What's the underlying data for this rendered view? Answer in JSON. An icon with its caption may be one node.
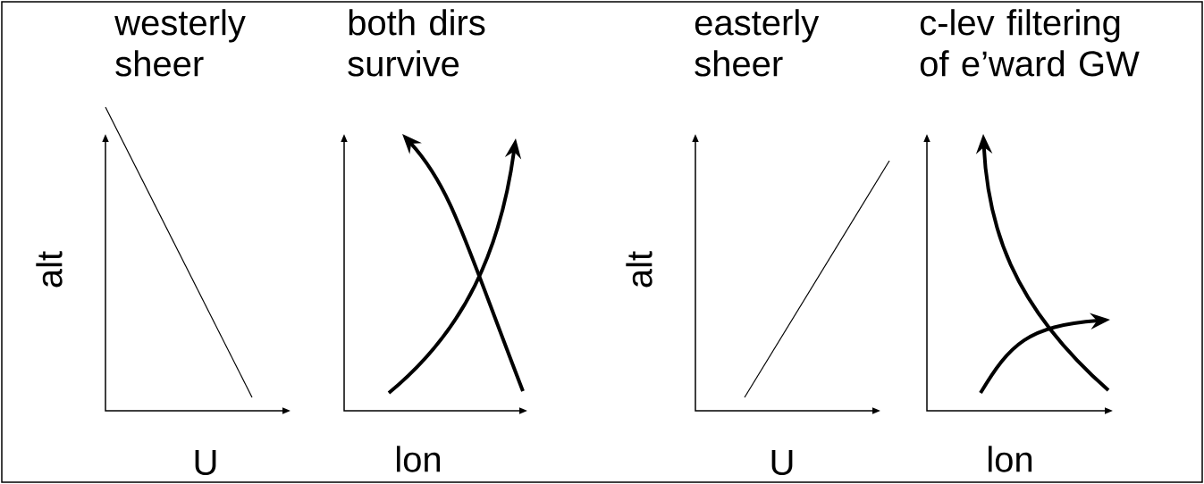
{
  "diagram": {
    "labels": [
      "westerly sheer",
      "both dirs survive",
      "easterly sheer",
      "c-lev filtering of e’ward GW",
      "alt",
      "alt",
      "U",
      "lon",
      "U",
      "lon"
    ]
  }
}
